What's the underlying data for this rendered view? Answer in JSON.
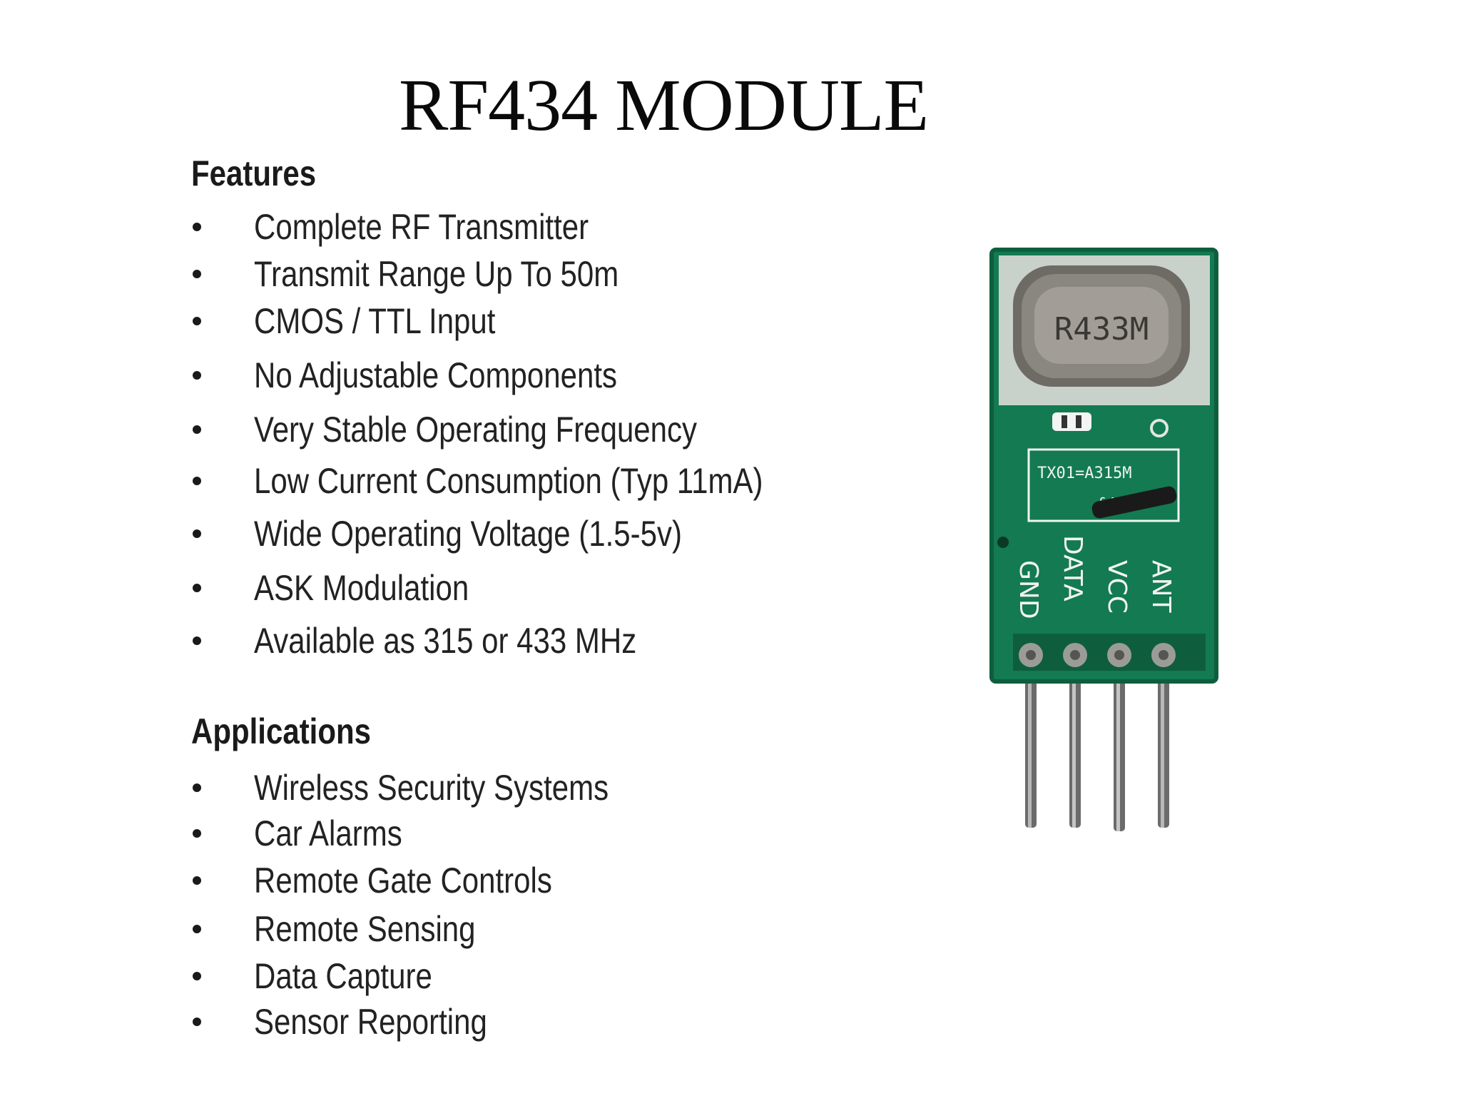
{
  "slide": {
    "title": "RF434 MODULE"
  },
  "features": {
    "heading": "Features",
    "items": [
      "Complete RF Transmitter",
      "Transmit Range Up To 50m",
      "CMOS / TTL Input",
      "No Adjustable Components",
      "Very Stable Operating Frequency",
      "Low Current Consumption (Typ 11mA)",
      "Wide Operating Voltage (1.5-5v)",
      "ASK Modulation",
      "Available as 315 or 433 MHz"
    ]
  },
  "applications": {
    "heading": "Applications",
    "items": [
      "Wireless Security Systems",
      "Car Alarms",
      "Remote Gate Controls",
      "Remote Sensing",
      "Data Capture",
      "Sensor Reporting"
    ]
  },
  "module_image": {
    "crystal_label": "R433M",
    "chip_label_1": "TX01=A315M",
    "chip_label_2": "&434M",
    "pins": [
      "GND",
      "DATA",
      "VCC",
      "ANT"
    ],
    "colors": {
      "pcb": "#137a52",
      "pcb_dark": "#0e5e3e",
      "silkscreen": "#f0f4f0",
      "crystal": "#8a8680",
      "shield": "#c9d1cb"
    }
  }
}
